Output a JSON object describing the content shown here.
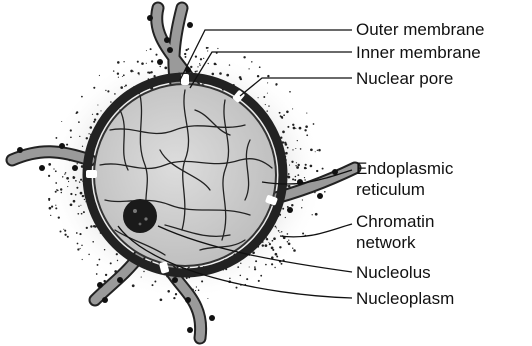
{
  "labels": {
    "outer_membrane": "Outer membrane",
    "inner_membrane": "Inner membrane",
    "nuclear_pore": "Nuclear pore",
    "er_line1": "Endoplasmic",
    "er_line2": "reticulum",
    "chromatin_line1": "Chromatin",
    "chromatin_line2": "network",
    "nucleolus": "Nucleolus",
    "nucleoplasm": "Nucleoplasm"
  },
  "colors": {
    "ink": "#111111",
    "nucleoplasm_fill": "#cfcfcf",
    "er_fill": "#9a9a9a",
    "nucleolus_fill": "#1a1a1a"
  }
}
